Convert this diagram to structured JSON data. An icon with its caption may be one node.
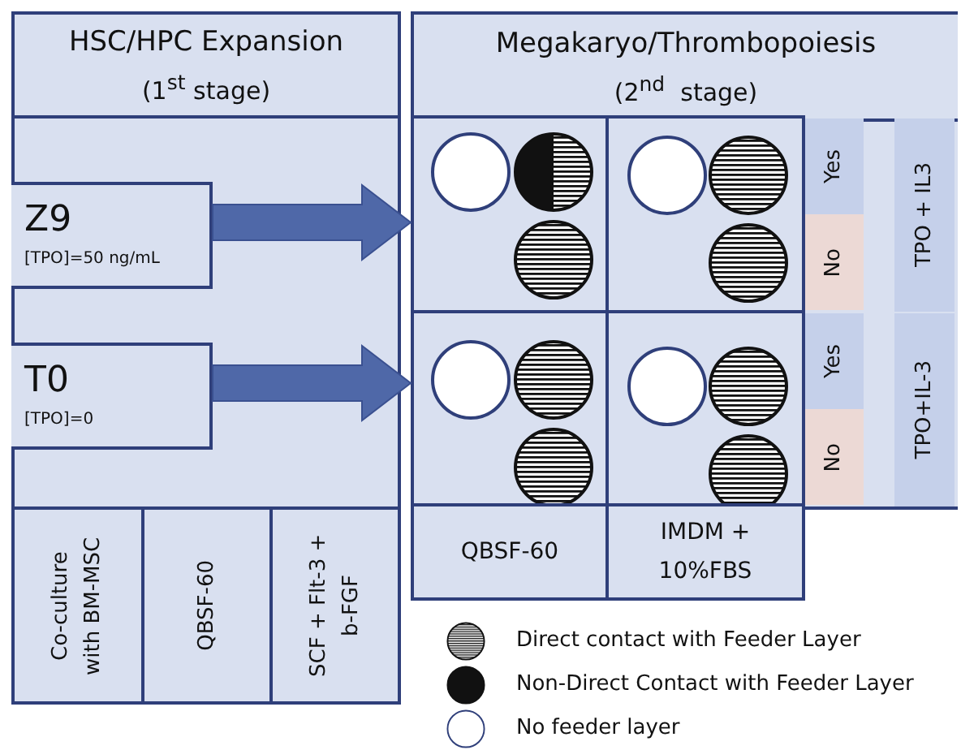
{
  "diagram": {
    "nodes": [
      {
        "text": [
          "HSC/HPC Expansion",
          "(1$^{st}$ stage)"
        ]
      },
      {
        "text": [],
        "shape": "box"
      },
      {
        "text": [
          "Z9",
          "[TPO]=50 ng/mL"
        ],
        "in": 1
      },
      {
        "text": [
          "T0",
          "[TPO]=0"
        ],
        "in": 1
      },
      {
        "text": [
          "Co-culture with BM-MSC"
        ]
      },
      {
        "text": [
          "QBSF-60"
        ]
      },
      {
        "text": [
          "SCF + Flt-3 + b-FGF"
        ]
      },
      {
        "text": [
          "Megakaryo/Thrombopoiesis",
          "(2$^{nd}$  stage)"
        ]
      },
      {
        "text": [],
        "shape": "box",
        "in": 7
      },
      {
        "text": [],
        "shape": "box",
        "in": 7
      },
      {
        "text": [
          "Yes"
        ],
        "in": 7
      },
      {
        "text": [
          "No"
        ],
        "in": 7
      },
      {
        "text": [
          "TPO + IL3"
        ],
        "in": 7
      },
      {
        "text": [],
        "shape": "box",
        "in": 7
      },
      {
        "text": [],
        "shape": "box",
        "in": 7
      },
      {
        "text": [
          "Yes"
        ],
        "in": 7
      },
      {
        "text": [
          "No"
        ],
        "in": 7
      },
      {
        "text": [
          "TPO+IL-3"
        ],
        "in": 7
      },
      {
        "text": [
          "QBSF-60"
        ]
      },
      {
        "text": [
          "IMDM + 10%FBS"
        ]
      }
    ],
    "edges": [
      {
        "from": 2,
        "to": 8,
        "arrow": "to"
      },
      {
        "from": 3,
        "to": 13,
        "arrow": "to"
      }
    ],
    "legend": [
      {
        "text": "Direct contact with Feeder Layer"
      },
      {
        "text": "Non-Direct Contact with Feeder Layer"
      },
      {
        "text": "No feeder layer"
      }
    ]
  }
}
